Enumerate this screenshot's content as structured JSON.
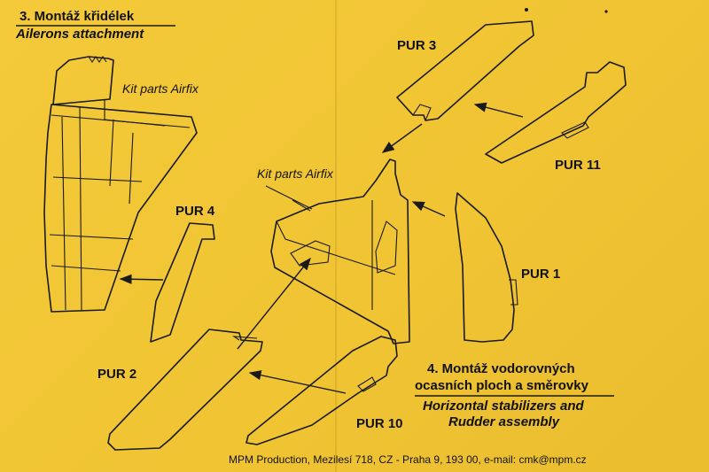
{
  "section3": {
    "title_cz": "3. Montáž křidélek",
    "title_en": "Ailerons attachment"
  },
  "section4": {
    "title_cz_line1": "4. Montáž vodorovných",
    "title_cz_line2": "ocasních ploch a směrovky",
    "title_en_line1": "Horizontal stabilizers and",
    "title_en_line2": "Rudder assembly"
  },
  "labels": {
    "kit_parts_1": "Kit parts Airfix",
    "kit_parts_2": "Kit parts Airfix",
    "pur3": "PUR 3",
    "pur11": "PUR 11",
    "pur4": "PUR 4",
    "pur1": "PUR 1",
    "pur2": "PUR 2",
    "pur10": "PUR 10"
  },
  "footer": "MPM Production, Mezilesí 718, CZ - Praha 9, 193 00, e-mail: cmk@mpm.cz",
  "colors": {
    "paper": "#f2c736",
    "ink": "#1a1a1a"
  }
}
